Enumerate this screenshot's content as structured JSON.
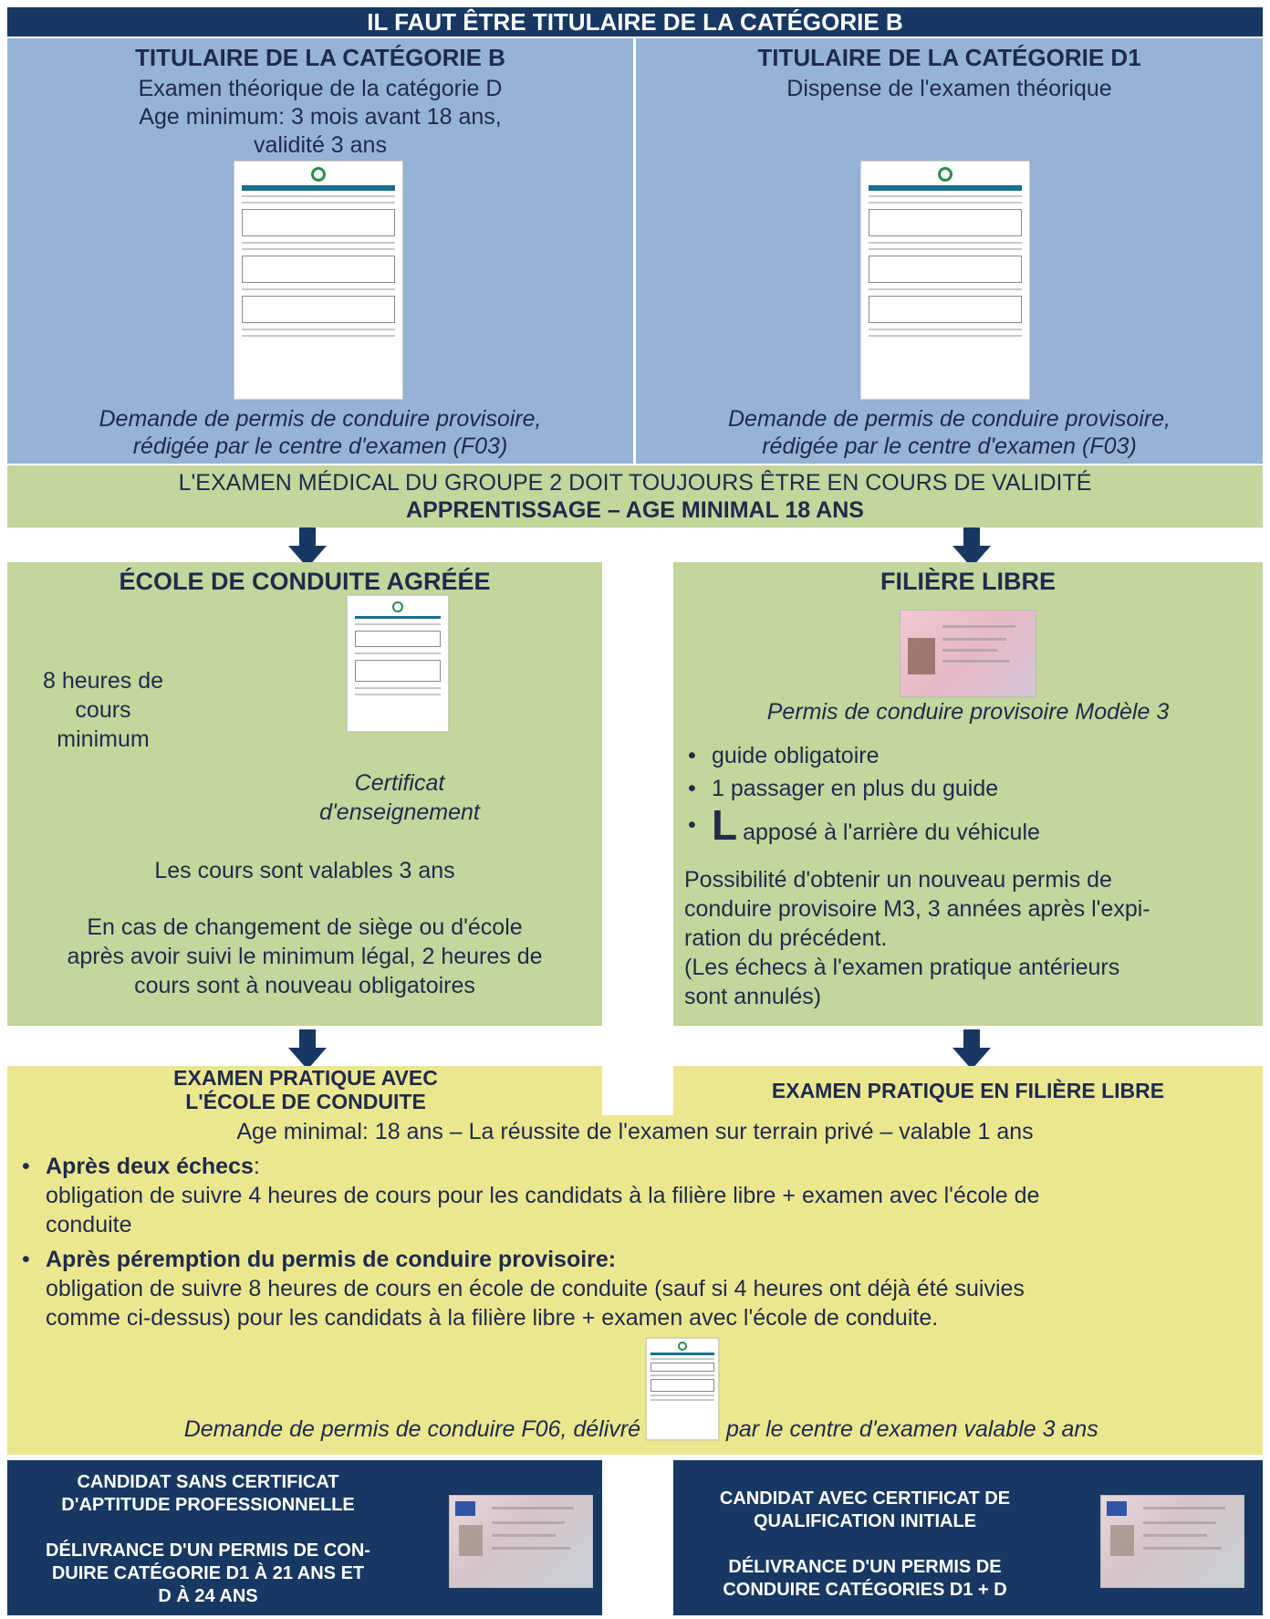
{
  "header": {
    "title": "IL FAUT ÊTRE TITULAIRE DE LA CATÉGORIE B"
  },
  "top_left": {
    "title": "TITULAIRE DE LA CATÉGORIE B",
    "line1": "Examen théorique de la catégorie D",
    "line2": "Age minimum: 3 mois avant 18 ans,",
    "line3": "validité 3 ans",
    "caption1": "Demande de permis de conduire provisoire,",
    "caption2": "rédigée par le centre d'examen (F03)"
  },
  "top_right": {
    "title": "TITULAIRE DE LA CATÉGORIE D1",
    "line1": "Dispense de l'examen théorique",
    "caption1": "Demande de permis de conduire provisoire,",
    "caption2": "rédigée par le centre d'examen (F03)"
  },
  "medical": {
    "line1": "L'EXAMEN MÉDICAL DU GROUPE 2 DOIT TOUJOURS ÊTRE EN COURS DE VALIDITÉ",
    "line2": "APPRENTISSAGE – AGE MINIMAL 18 ANS"
  },
  "school": {
    "title": "ÉCOLE DE CONDUITE AGRÉÉE",
    "hours1": "8 heures de",
    "hours2": "cours",
    "hours3": "minimum",
    "cert1": "Certificat",
    "cert2": "d'enseignement",
    "valid": "Les cours sont valables 3 ans",
    "change1": "En cas de changement de siège ou d'école",
    "change2": "après avoir suivi le minimum légal, 2 heures de",
    "change3": "cours sont à nouveau obligatoires"
  },
  "free": {
    "title": "FILIÈRE LIBRE",
    "caption": "Permis de conduire provisoire Modèle 3",
    "bullets": [
      "guide obligatoire",
      "1 passager en plus du guide"
    ],
    "L_letter": "L",
    "bullet3": "apposé à l'arrière du véhicule",
    "p1": "Possibilité d'obtenir un nouveau permis de",
    "p2": "conduire provisoire M3, 3 années après l'expi-",
    "p3": "ration du précédent.",
    "p4": "(Les échecs à l'examen pratique antérieurs",
    "p5": "sont annulés)"
  },
  "exam": {
    "school_title1": "EXAMEN PRATIQUE AVEC",
    "school_title2": "L'ÉCOLE DE CONDUITE",
    "free_title": "EXAMEN PRATIQUE EN FILIÈRE LIBRE",
    "age": "Age minimal: 18 ans – La réussite de l'examen sur terrain privé – valable 1 ans",
    "b1_title": "Après deux échecs",
    "b1_colon": ":",
    "b1_text1": "obligation de suivre 4 heures de cours pour les candidats à la filière libre + examen avec l'école de",
    "b1_text2": "conduite",
    "b2_title": "Après péremption du permis de conduire provisoire:",
    "b2_text1": "obligation de suivre 8 heures de cours en école de conduite (sauf si 4 heures ont déjà été suivies",
    "b2_text2": "comme ci-dessus) pour les candidats à la filière libre + examen avec l'école de conduite.",
    "f06_left": "Demande de permis de conduire F06, délivré",
    "f06_right": "par le centre d'examen valable 3 ans"
  },
  "bottom_left": {
    "l1": "CANDIDAT SANS CERTIFICAT",
    "l2": "D'APTITUDE PROFESSIONNELLE",
    "l3": "DÉLIVRANCE D'UN PERMIS DE CON-",
    "l4": "DUIRE CATÉGORIE D1 À 21 ANS ET",
    "l5": "D À 24 ANS"
  },
  "bottom_right": {
    "l1": "CANDIDAT AVEC CERTIFICAT DE",
    "l2": "QUALIFICATION INITIALE",
    "l3": "DÉLIVRANCE D'UN PERMIS DE",
    "l4": "CONDUIRE CATÉGORIES D1 + D"
  },
  "colors": {
    "navy": "#173862",
    "blue": "#95b3d7",
    "green": "#c3d69b",
    "yellow": "#ebe78f"
  }
}
